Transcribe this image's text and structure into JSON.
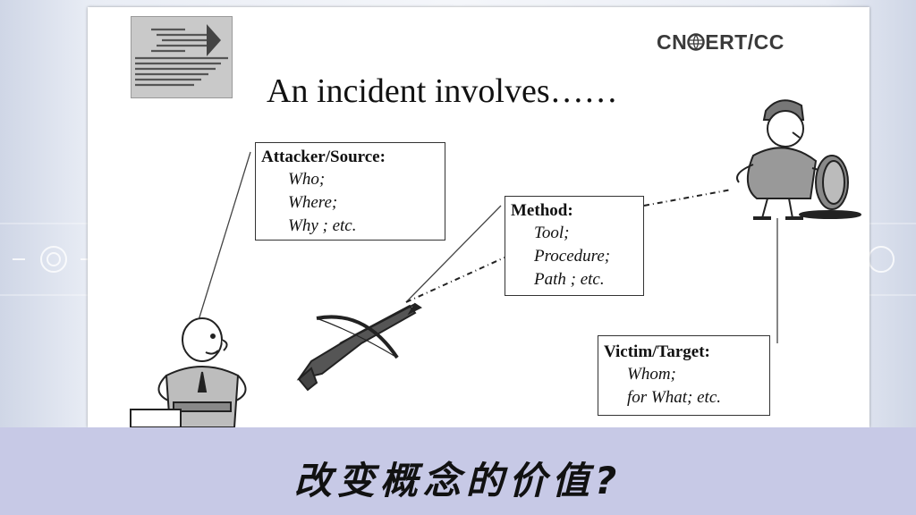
{
  "slide": {
    "brand": {
      "prefix": "CN",
      "suffix": "ERT/CC"
    },
    "title": "An incident involves……",
    "attacker": {
      "heading": "Attacker/Source:",
      "lines": [
        "Who;",
        "Where;",
        "Why ;  etc."
      ]
    },
    "method": {
      "heading": "Method:",
      "lines": [
        "Tool;",
        "Procedure;",
        "Path ;  etc."
      ]
    },
    "victim": {
      "heading": "Victim/Target:",
      "lines": [
        "Whom;",
        "for What; etc."
      ]
    }
  },
  "caption": "改变概念的价值?"
}
